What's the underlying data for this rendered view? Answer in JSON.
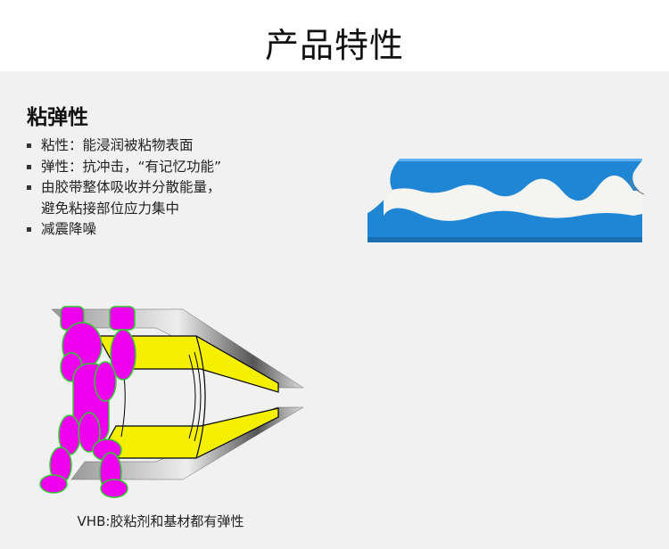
{
  "header": {
    "title": "产品特性"
  },
  "section": {
    "title": "粘弹性",
    "features": [
      "粘性：能浸润被粘物表面",
      "弹性：抗冲击，“有记忆功能”",
      "由胶带整体吸收并分散能量，",
      "避免粘接部位应力集中",
      "减震降噪"
    ]
  },
  "diagram": {
    "caption": "VHB:胶粘剂和基材都有弹性"
  },
  "colors": {
    "tape_blue": "#1f86d6",
    "foam_white": "#f4f4f0",
    "adhesive_yellow": "#f5f000",
    "figure_magenta": "#ee00ee",
    "figure_outline": "#33cc33"
  }
}
